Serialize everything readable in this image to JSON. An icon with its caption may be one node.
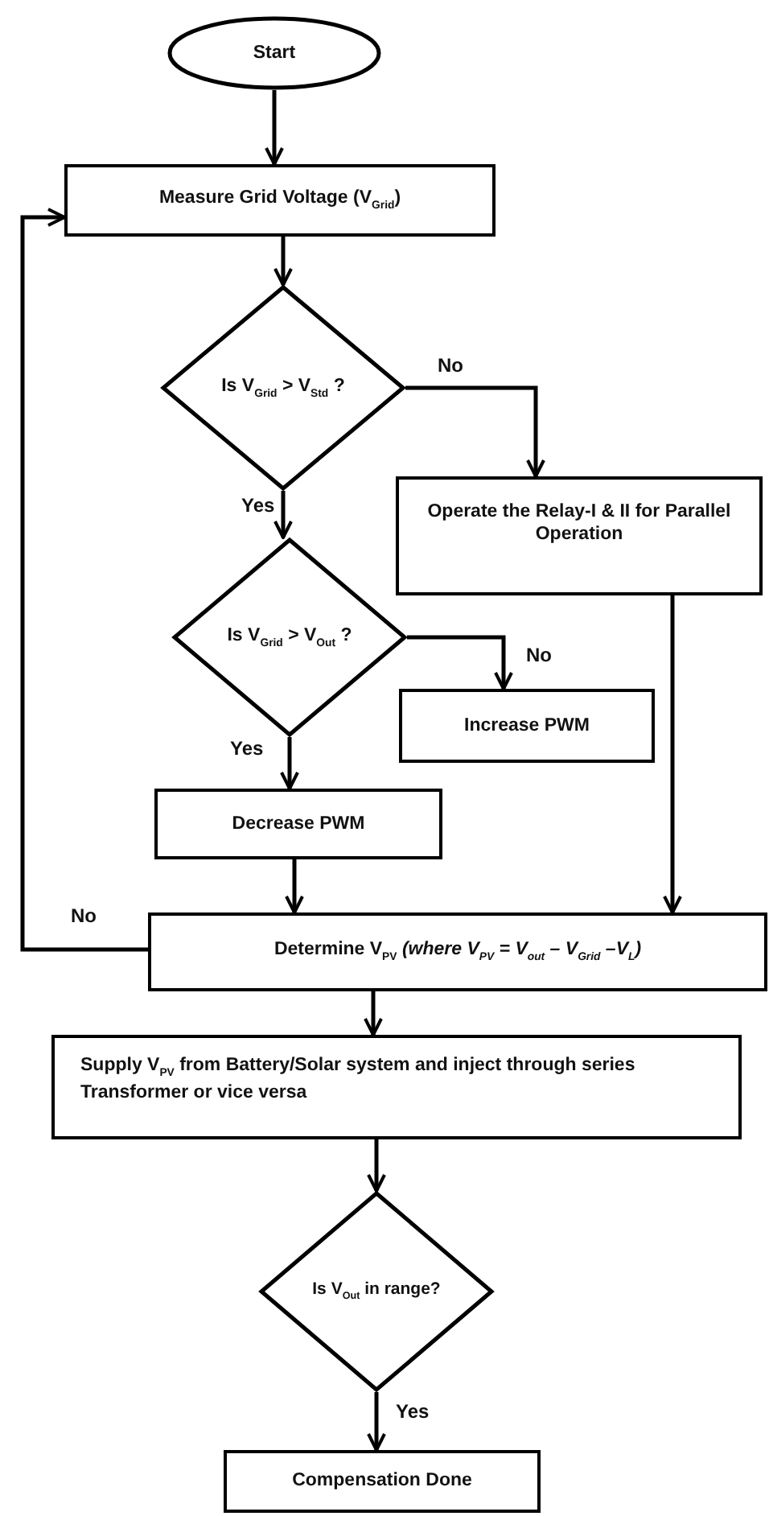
{
  "diagram": {
    "nodes": [
      {
        "text": [
          "Start"
        ]
      },
      {
        "text": [
          "Measure Grid Voltage (V$_{Grid}$)"
        ]
      },
      {
        "text": [
          "Is V$_{Grid}$ > V$_{Std}$ ?"
        ]
      },
      {
        "text": [
          "Operate the Relay-I & II for Parallel Operation"
        ]
      },
      {
        "text": [
          "Is V$_{Grid}$ > V$_{Out}$ ?"
        ]
      },
      {
        "text": [
          "Increase PWM"
        ]
      },
      {
        "text": [
          "Decrease PWM"
        ]
      },
      {
        "text": [
          "Determine V$_{PV}$ *(where V$_{PV}$ = V$_{out}$ – V$_{Grid}$ –V$_{L}$)*"
        ]
      },
      {
        "text": [
          "Supply V$_{PV}$ from Battery/Solar system and inject through series Transformer or vice versa"
        ]
      },
      {
        "text": [
          "Is V$_{Out}$ in range?"
        ]
      },
      {
        "text": [
          "Compensation Done"
        ]
      }
    ],
    "edges": [
      {
        "from": 0,
        "to": 1,
        "arrow": "to"
      },
      {
        "from": 1,
        "to": 2,
        "arrow": "to"
      },
      {
        "from": 2,
        "to": 3,
        "arrow": "to",
        "label": "No"
      },
      {
        "from": 2,
        "to": 4,
        "arrow": "to",
        "label": "Yes"
      },
      {
        "from": 4,
        "to": 5,
        "arrow": "to",
        "label": "No"
      },
      {
        "from": 4,
        "to": 6,
        "arrow": "to",
        "label": "Yes"
      },
      {
        "from": 6,
        "to": 7,
        "arrow": "to"
      },
      {
        "from": 3,
        "to": 7,
        "arrow": "to"
      },
      {
        "from": 7,
        "to": 1,
        "arrow": "to",
        "label": "No"
      },
      {
        "from": 7,
        "to": 8,
        "arrow": "to"
      },
      {
        "from": 8,
        "to": 9,
        "arrow": "to"
      },
      {
        "from": 9,
        "to": 10,
        "arrow": "to",
        "label": "Yes"
      }
    ]
  }
}
